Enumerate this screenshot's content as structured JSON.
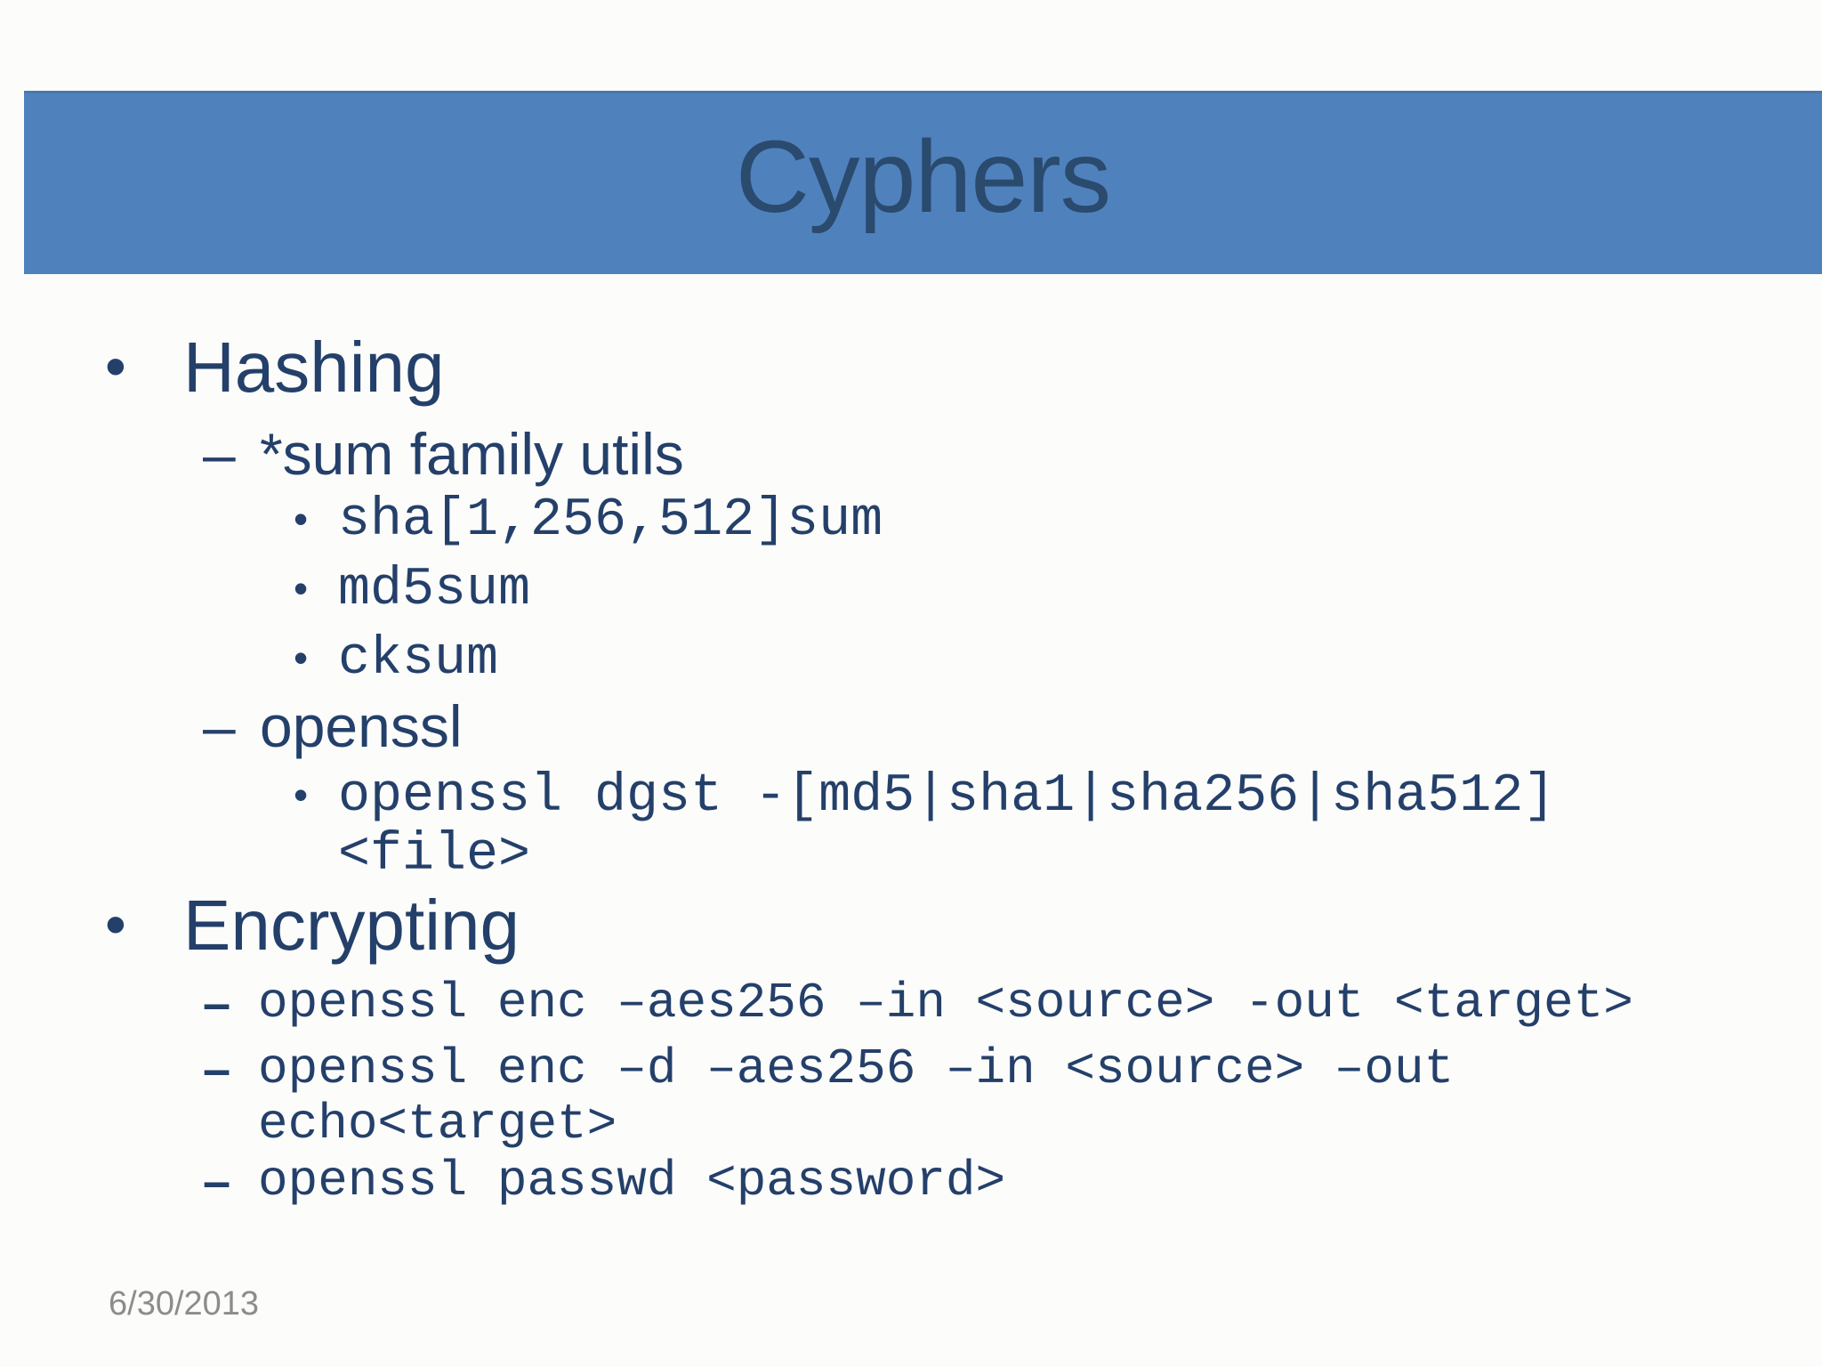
{
  "slide": {
    "title": "Cyphers",
    "date": "6/30/2013",
    "colors": {
      "title_bar_background": "#4f81bd",
      "title_text": "#2a4a6e",
      "body_text": "#24406a",
      "date_text": "#8c8c8c",
      "slide_background": "#fcfcfb"
    },
    "bullets": [
      {
        "level": 1,
        "font": "sans",
        "marker": "•",
        "text": "Hashing"
      },
      {
        "level": 2,
        "font": "sans",
        "marker": "–",
        "text": "*sum family utils"
      },
      {
        "level": 3,
        "font": "mono",
        "marker": "•",
        "text": "sha[1,256,512]sum"
      },
      {
        "level": 3,
        "font": "mono",
        "marker": "•",
        "text": "md5sum"
      },
      {
        "level": 3,
        "font": "mono",
        "marker": "•",
        "text": "cksum"
      },
      {
        "level": 2,
        "font": "sans",
        "marker": "–",
        "text": "openssl"
      },
      {
        "level": 3,
        "font": "mono",
        "marker": "•",
        "text": "openssl dgst -[md5|sha1|sha256|sha512] <file>"
      },
      {
        "level": 1,
        "font": "sans",
        "marker": "•",
        "text": "Encrypting"
      },
      {
        "level": 2,
        "font": "mono",
        "marker": "–",
        "text": "openssl enc –aes256 –in <source> -out <target>"
      },
      {
        "level": 2,
        "font": "mono",
        "marker": "–",
        "text": "openssl enc –d –aes256 –in <source> –out echo<target>"
      },
      {
        "level": 2,
        "font": "mono",
        "marker": "–",
        "text": "openssl passwd <password>"
      }
    ]
  }
}
